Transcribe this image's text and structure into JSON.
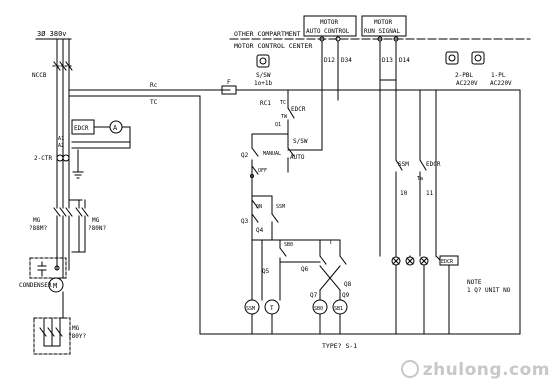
{
  "supply": "3Ø 380v",
  "header": {
    "other_compartment": "OTHER COMPARTMENT",
    "mcc": "MOTOR CONTROL CENTER",
    "motor_auto_1": "MOTOR",
    "motor_auto_2": "AUTO CONTROL",
    "motor_run_1": "MOTOR",
    "motor_run_2": "RUN SIGNAL"
  },
  "terminals": {
    "d12": "D12",
    "d34": "D34",
    "d13": "D13",
    "d14": "D14"
  },
  "lamps": {
    "pbl_label": "2-PBL",
    "pbl_voltage": "AC220V",
    "pl_label": "1-PL",
    "pl_voltage": "AC220V"
  },
  "labels": {
    "nccb": "NCCB",
    "rc": "Rc",
    "tc": "TC",
    "fuse": "F",
    "ss_top": "S/SW",
    "ss_top_sub": "1o+1b",
    "rc1": "RC1",
    "edcr_relay": "EDCR",
    "q1": "Q1",
    "tw": "TW",
    "edcr_box": "EDCR",
    "ammeter": "A",
    "a1": "A1",
    "a2": "A2",
    "ctr": "2-CTR",
    "q2": "Q2",
    "manual": "MANUAL",
    "off": "OFF",
    "ss_mid": "S/SW",
    "auto": "AUTO",
    "on": "ON",
    "q3": "Q3",
    "q4": "Q4",
    "ssm_contact": "SSM",
    "sb0": "SB0",
    "t_contact": "T",
    "q5": "Q5",
    "q6": "Q6",
    "q7": "Q7",
    "q8": "Q8",
    "q9": "Q9",
    "ssm_coil": "SSM",
    "t_coil": "T",
    "sb0_coil": "SB0",
    "sb1_coil": "SB1",
    "ssm_right": "SSM",
    "edcr_right": "EDCR",
    "n10": "10",
    "n11": "11",
    "ta": "Ta",
    "edcr_lamp": "EDCR",
    "mg1": "MG",
    "mg1_val": "?88M?",
    "mg2": "MG",
    "mg2_val": "?80N?",
    "condenser": "CONDENSER",
    "motor": "M",
    "mg3": "MG",
    "mg3_val": "?80Y?"
  },
  "note": {
    "line1": "NOTE",
    "line2": "1 Q? UNIT NO"
  },
  "type_label": "TYPE? S-1",
  "watermark": "zhulong.com"
}
